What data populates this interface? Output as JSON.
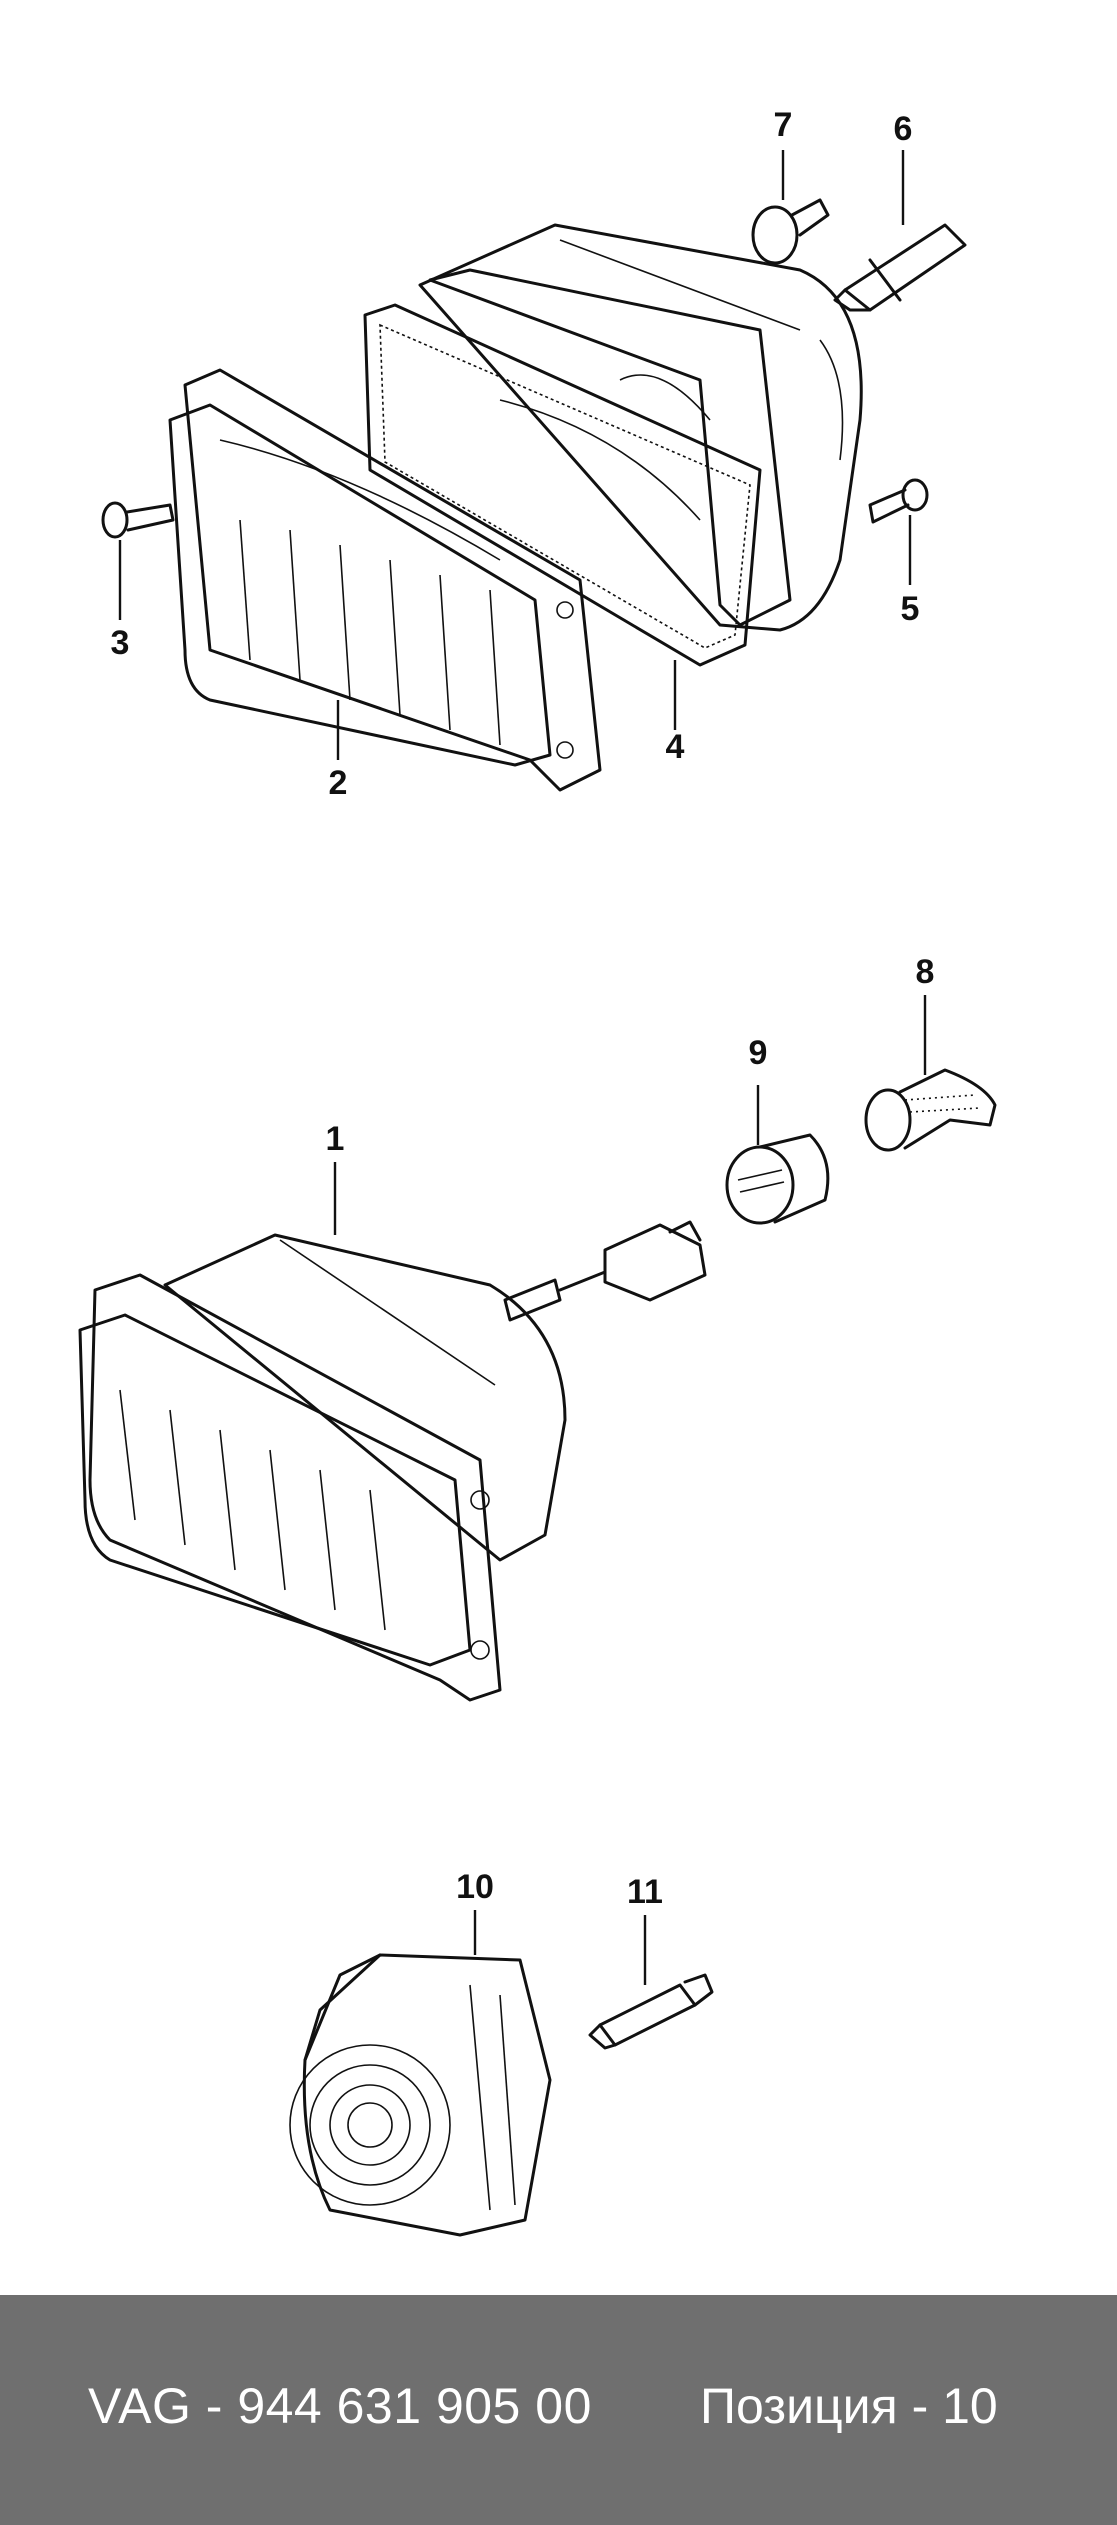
{
  "callouts": {
    "c1": "1",
    "c2": "2",
    "c3": "3",
    "c4": "4",
    "c5": "5",
    "c6": "6",
    "c7": "7",
    "c8": "8",
    "c9": "9",
    "c10": "10",
    "c11": "11"
  },
  "footer": {
    "part_number": "VAG - 944 631 905 00",
    "position": "Позиция - 10",
    "background": "#6f6f6f",
    "text_color": "#ffffff"
  }
}
